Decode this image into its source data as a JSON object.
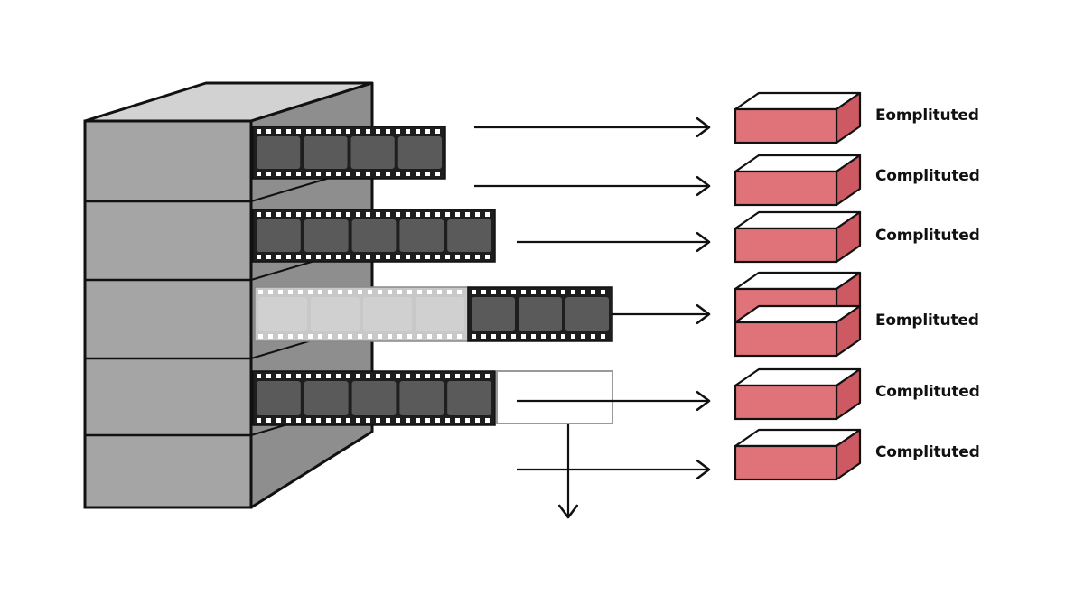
{
  "diagram": {
    "colors": {
      "block_front": "#a5a5a5",
      "block_top": "#d2d2d2",
      "block_side": "#8e8e8e",
      "outline": "#111111",
      "film_base": "#1e1e1e",
      "film_frame": "#5a5a5a",
      "film_faded_frame": "#d0d0d0",
      "output_front": "#e0737a",
      "output_top": "#ffffff",
      "output_side": "#cd5a62"
    },
    "outputs": [
      {
        "label": "Eomplituted"
      },
      {
        "label": "Complituted"
      },
      {
        "label": "Complituted"
      },
      {
        "label": "Eomplituted"
      },
      {
        "label": "Complituted"
      },
      {
        "label": "Complituted"
      }
    ]
  }
}
